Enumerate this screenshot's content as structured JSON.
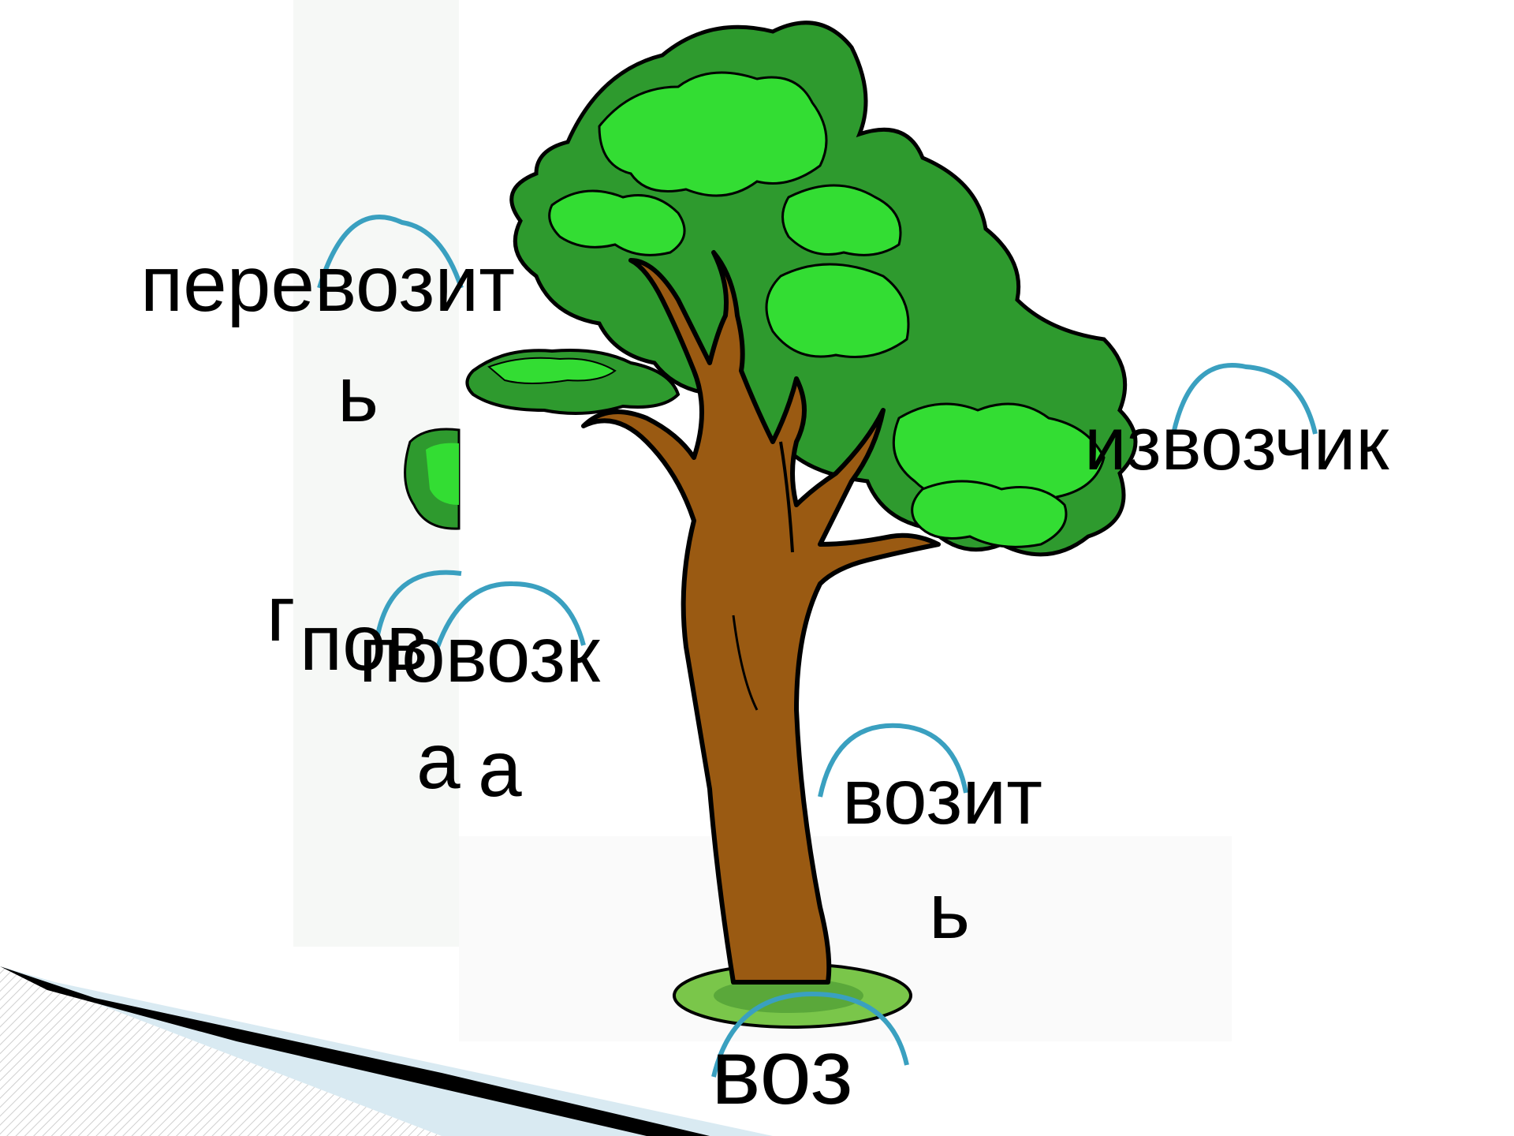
{
  "slide": {
    "words": {
      "perevozit_line1": "перевозит",
      "perevozit_line2": "ь",
      "izvozchik": "извозчик",
      "povozka_back_line1": "пов",
      "povozka_back_line2": "а",
      "povozka_front_line1": "повозк",
      "povozka_front_line2": "а",
      "fragment_g": "г",
      "vozit_line1": "возит",
      "vozit_line2": "ь",
      "voz": "воз"
    }
  },
  "colors": {
    "arc": "#3aa0c0",
    "trunk": "#9a5a12",
    "foliage_dark": "#2e9a2e",
    "foliage_light": "#33dd33",
    "outline": "#000000",
    "ribbon_light": "#d9eaf2"
  },
  "icons": [
    "tree-illustration",
    "root-arc-icon",
    "corner-ribbon"
  ]
}
